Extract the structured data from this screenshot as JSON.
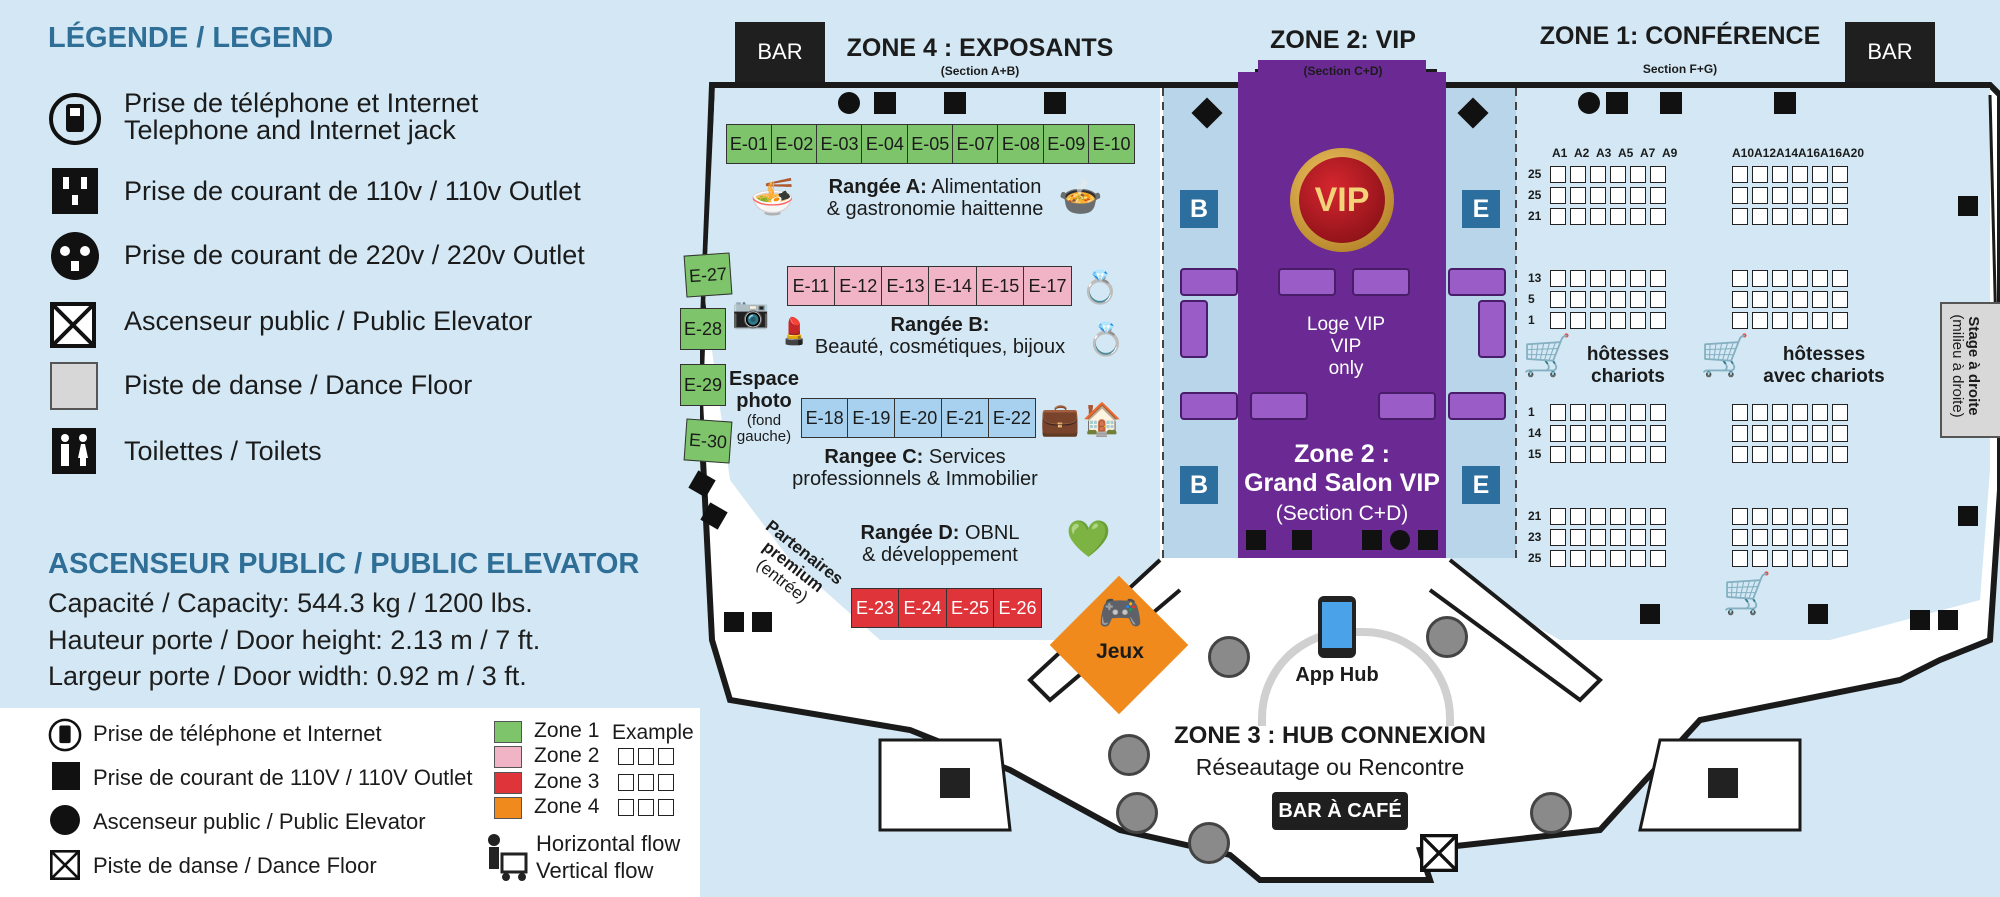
{
  "legend": {
    "title": "LÉGENDE / LEGEND",
    "items": [
      {
        "icon": "phone-jack-icon",
        "label": "Prise de téléphone et Internet\nTelephone and Internet jack"
      },
      {
        "icon": "outlet-110v-icon",
        "label": "Prise de courant de 110v / 110v Outlet"
      },
      {
        "icon": "outlet-220v-icon",
        "label": "Prise de courant de 220v / 220v Outlet"
      },
      {
        "icon": "elevator-icon",
        "label": "Ascenseur public / Public Elevator"
      },
      {
        "icon": "dance-floor-icon",
        "label": "Piste de danse / Dance Floor"
      },
      {
        "icon": "toilets-icon",
        "label": "Toilettes / Toilets"
      }
    ]
  },
  "elevator": {
    "title": "ASCENSEUR PUBLIC / PUBLIC ELEVATOR",
    "capacity": "Capacité / Capacity: 544.3 kg / 1200 lbs.",
    "door_height": "Hauteur porte / Door height: 2.13 m / 7 ft.",
    "door_width": "Largeur porte / Door width: 0.92 m / 3 ft."
  },
  "legend2": {
    "items": [
      {
        "icon": "phone-jack-icon",
        "label": "Prise de téléphone et Internet"
      },
      {
        "icon": "outlet-110v-icon",
        "label": "Prise de courant de 110V / 110V Outlet"
      },
      {
        "icon": "outlet-220v-icon",
        "label": "Ascenseur public / Public Elevator"
      },
      {
        "icon": "elevator-icon",
        "label": "Piste de danse / Dance Floor"
      }
    ],
    "zones": [
      {
        "label": "Zone 1",
        "color": "#7ec46b"
      },
      {
        "label": "Zone 2",
        "color": "#f1b3c6"
      },
      {
        "label": "Zone 3",
        "color": "#e0343b"
      },
      {
        "label": "Zone 4",
        "color": "#f08a1c"
      }
    ],
    "example_label": "Example",
    "flow_horizontal": "Horizontal flow",
    "flow_vertical": "Vertical flow"
  },
  "map": {
    "bar_left": "BAR",
    "bar_right": "BAR",
    "zone4_title": "ZONE 4 : EXPOSANTS",
    "zone4_sub": "(Section A+B)",
    "zone2_title": "ZONE 2: VIP",
    "zone2_sub": "(Section C+D)",
    "zone1_title": "ZONE 1: CONFÉRENCE",
    "zone1_sub": "Section F+G)",
    "row_a": [
      "E-01",
      "E-02",
      "E-03",
      "E-04",
      "E-05",
      "E-07",
      "E-08",
      "E-09",
      "E-10"
    ],
    "row_b": [
      "E-11",
      "E-12",
      "E-13",
      "E-14",
      "E-15",
      "E-17"
    ],
    "row_c": [
      "E-18",
      "E-19",
      "E-20",
      "E-21",
      "E-22"
    ],
    "row_d": [
      "E-23",
      "E-24",
      "E-25",
      "E-26"
    ],
    "row_side": [
      "E-27",
      "E-28",
      "E-29",
      "E-30"
    ],
    "rangee_a_bold": "Rangée A:",
    "rangee_a_text1": " Alimentation",
    "rangee_a_text2": "& gastronomie haittenne",
    "rangee_b_bold": "Rangée B:",
    "rangee_b_text": "Beauté, cosmétiques, bijoux",
    "rangee_c_bold": "Rangee C:",
    "rangee_c_text1": " Services",
    "rangee_c_text2": "professionnels & Immobilier",
    "rangee_d_bold": "Rangée D:",
    "rangee_d_text1": " OBNL",
    "rangee_d_text2": "& développement",
    "photo_title1": "Espace",
    "photo_title2": "photo",
    "photo_sub1": "(fond",
    "photo_sub2": "gauche)",
    "partenaires1": "Partenaires",
    "partenaires2": "premium",
    "partenaires3": "(entrée)",
    "jeux": "Jeux",
    "section_b": "B",
    "section_e": "E",
    "vip_badge": "VIP",
    "loge1": "Loge VIP",
    "loge2": "VIP",
    "loge3": "only",
    "zone2_salon1": "Zone 2 :",
    "zone2_salon2": "Grand Salon VIP",
    "zone2_salon3": "(Section C+D)",
    "app_hub": "App Hub",
    "zone3_title": "ZONE 3 : HUB CONNEXION",
    "zone3_sub": "Réseautage ou Rencontre",
    "bar_cafe": "BAR À CAFÉ",
    "seat_cols_left": [
      "A1",
      "A2",
      "A3",
      "A5",
      "A7",
      "A9"
    ],
    "seat_cols_right": [
      "A10",
      "A12",
      "A14",
      "A16",
      "A16",
      "A20"
    ],
    "seat_rows_top": [
      "25",
      "25",
      "21"
    ],
    "seat_rows_mid": [
      "13",
      "5",
      "1"
    ],
    "seat_rows_low": [
      "1",
      "14",
      "15"
    ],
    "seat_rows_bottom": [
      "21",
      "23",
      "25"
    ],
    "hotesses_left1": "hôtesses",
    "hotesses_left2": "chariots",
    "hotesses_right1": "hôtesses",
    "hotesses_right2": "avec chariots",
    "stage1": "Stage à droite",
    "stage2": "(milieu à droite)"
  }
}
